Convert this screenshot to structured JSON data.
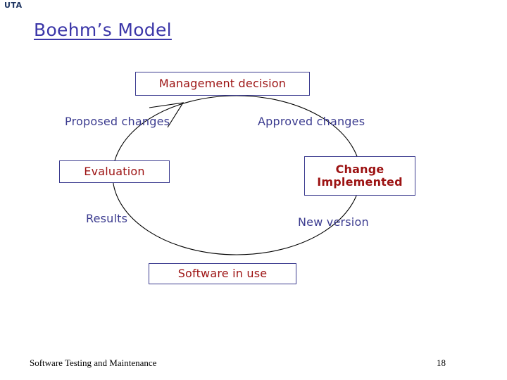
{
  "logo": {
    "text": "UTA",
    "color": "#1d3461"
  },
  "title": {
    "text": "Boehm’s Model",
    "color": "#3b36a8"
  },
  "colors": {
    "box_border": "#3b3b8f",
    "box_text": "#9c1212",
    "label_text": "#3b3b8f",
    "ellipse_stroke": "#000000",
    "background": "#ffffff"
  },
  "diagram": {
    "type": "cycle",
    "shape": "ellipse",
    "direction": "clockwise",
    "boxes": [
      {
        "id": "management-decision",
        "text": "Management decision",
        "position": "top"
      },
      {
        "id": "evaluation",
        "text": "Evaluation",
        "position": "left"
      },
      {
        "id": "change-implemented",
        "text": "Change\nImplemented",
        "position": "right"
      },
      {
        "id": "software-in-use",
        "text": "Software in use",
        "position": "bottom"
      }
    ],
    "edge_labels": [
      {
        "id": "proposed-changes",
        "text": "Proposed changes",
        "position": "upper-left"
      },
      {
        "id": "approved-changes",
        "text": "Approved changes",
        "position": "upper-right"
      },
      {
        "id": "results",
        "text": "Results",
        "position": "lower-left"
      },
      {
        "id": "new-version",
        "text": "New version",
        "position": "lower-right"
      }
    ]
  },
  "footer": {
    "text": "Software Testing and Maintenance",
    "page": "18"
  }
}
